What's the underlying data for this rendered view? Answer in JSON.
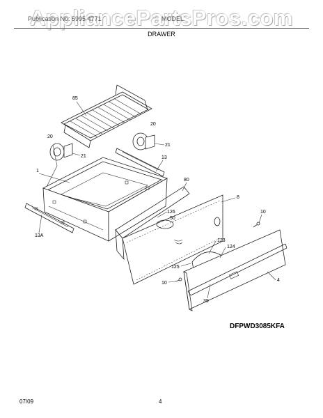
{
  "watermark": "AppliancePartsPros.com",
  "header": {
    "left": "Publication No: 5995 4771",
    "mid": "MODEL",
    "section": "DRAWER"
  },
  "model_code": "DFPWD3085KFA",
  "footer": {
    "date": "07/09",
    "page": "4"
  },
  "callouts": [
    "85",
    "20",
    "21",
    "20",
    "21",
    "13",
    "1",
    "80",
    "8",
    "126",
    "50",
    "10",
    "13A",
    "123",
    "124",
    "125",
    "10",
    "4",
    "39"
  ]
}
